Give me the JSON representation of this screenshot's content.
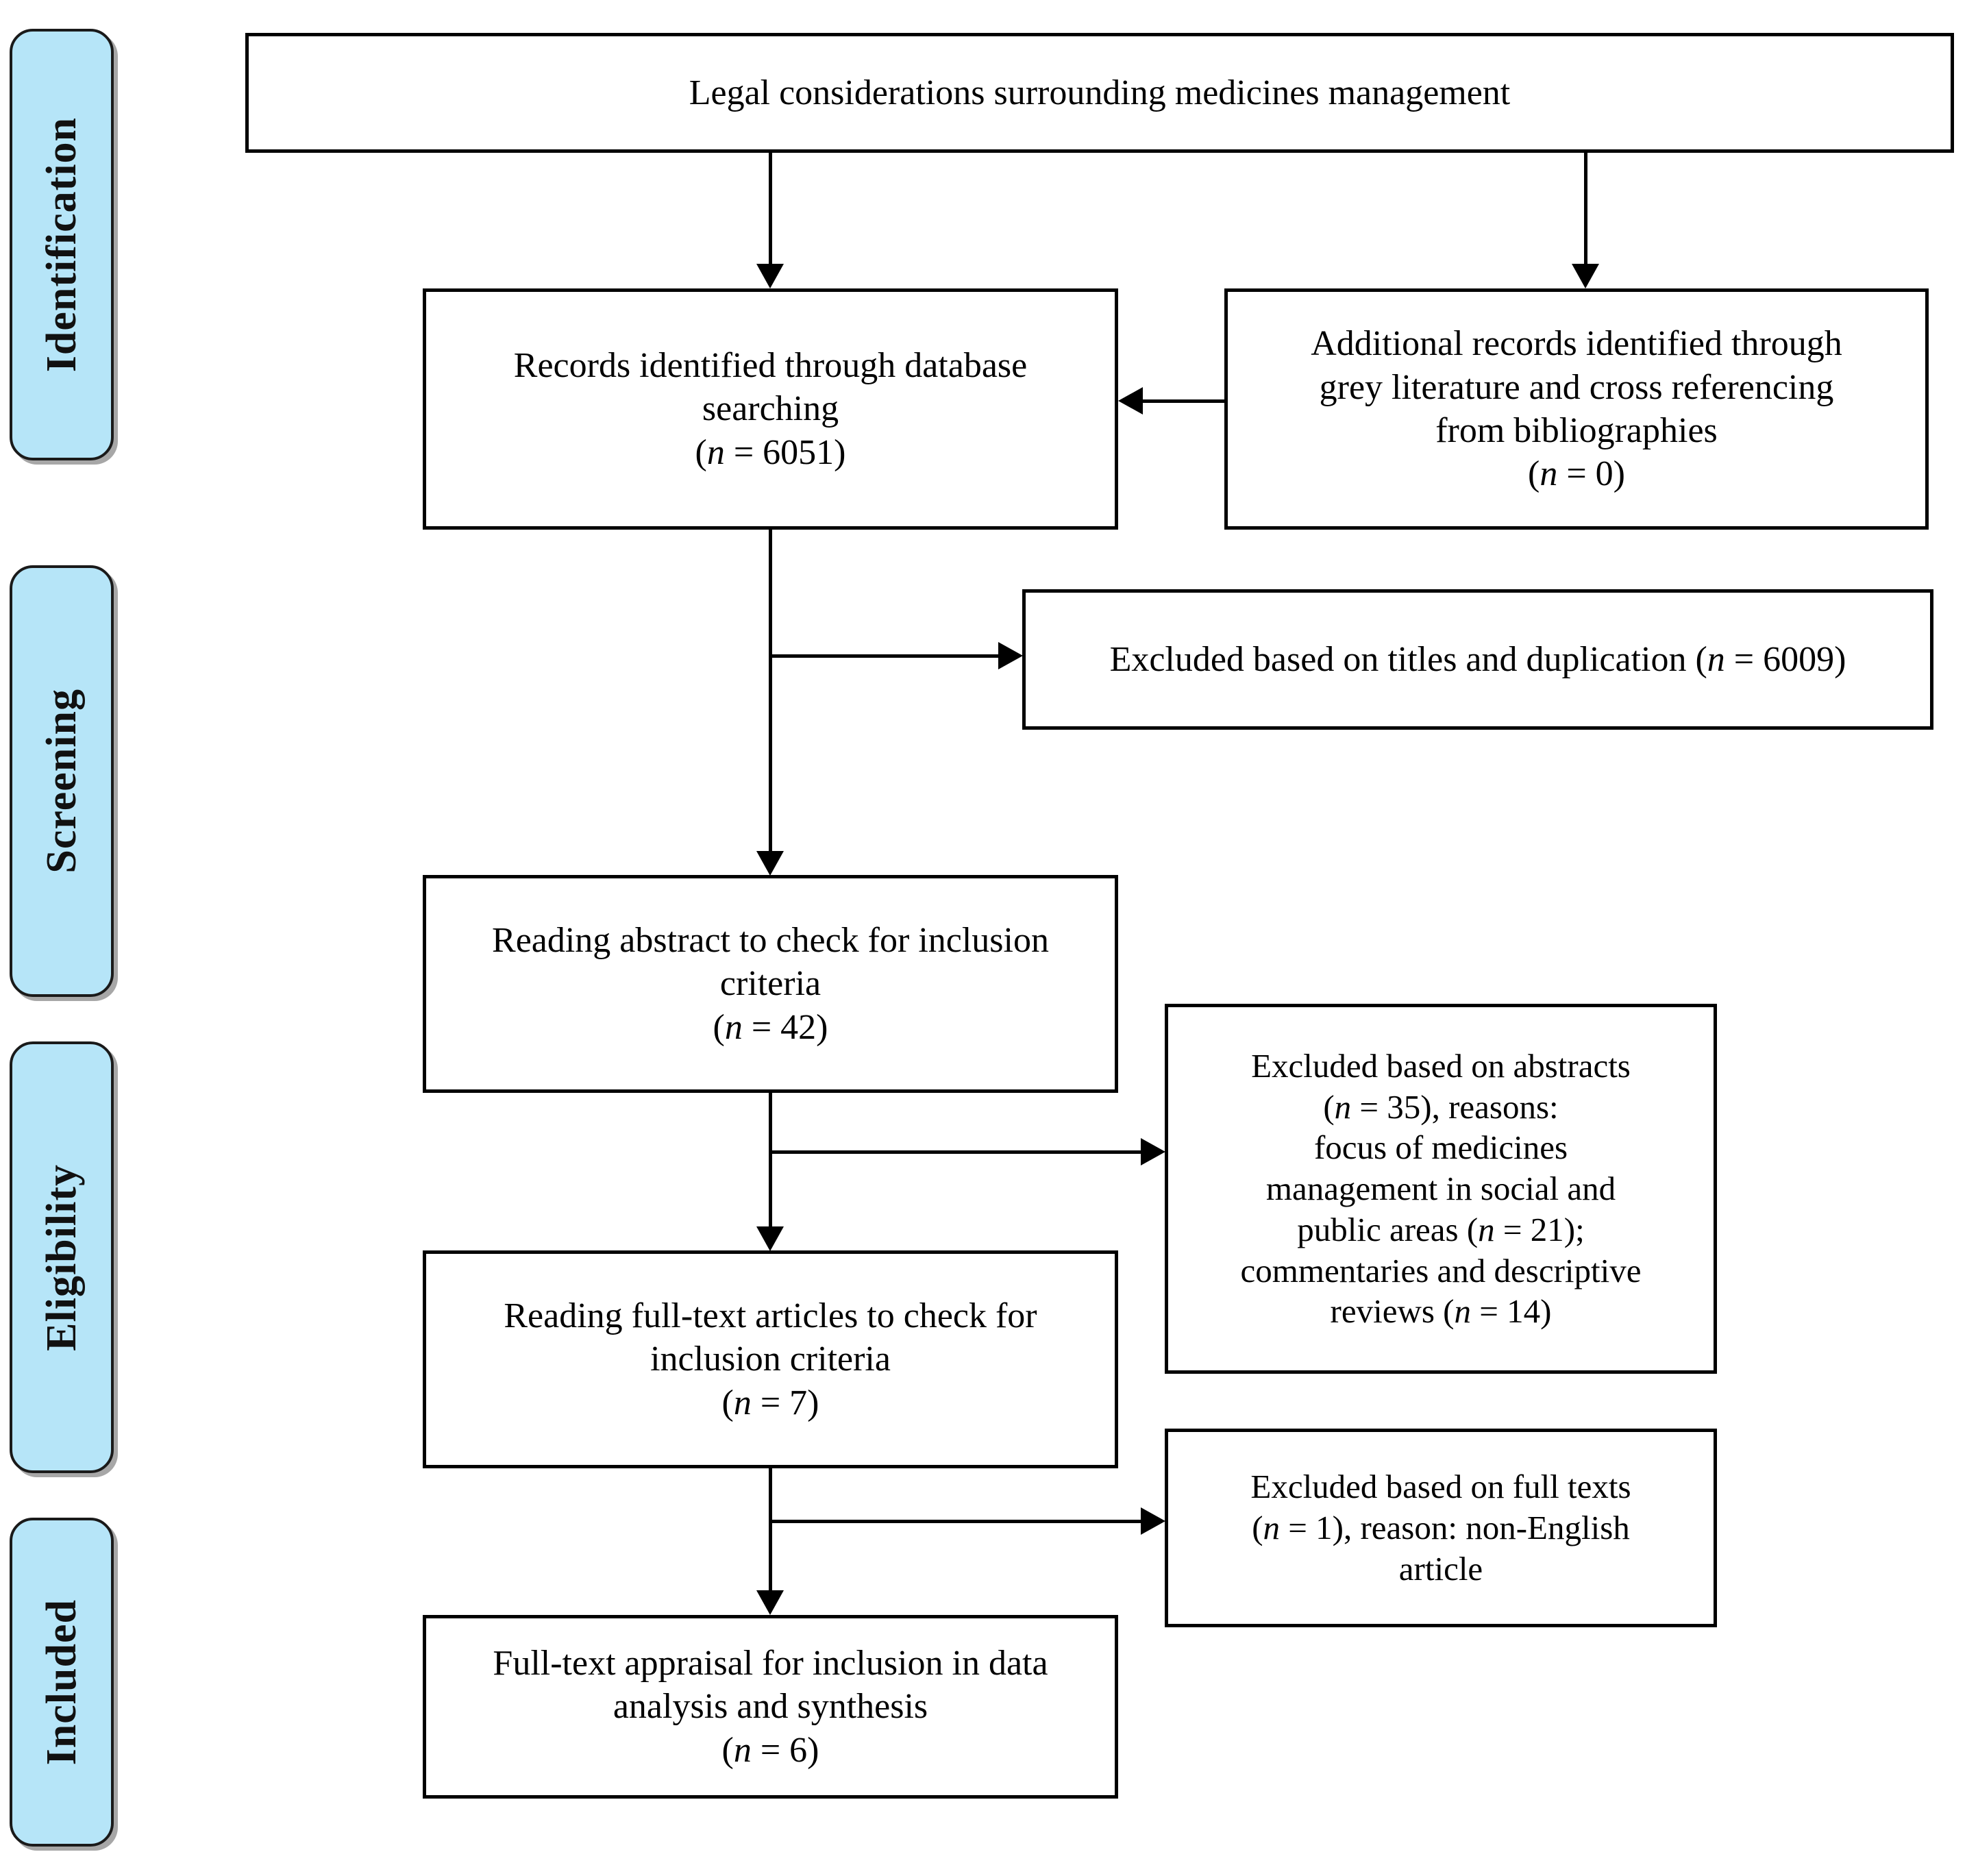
{
  "figure": {
    "type": "prisma-flow-diagram",
    "title": "Legal considerations surrounding medicines management",
    "accent_color": "#b6e5f8",
    "border_color": "#000000",
    "text_color": "#000000"
  },
  "stages": [
    {
      "id": "identification",
      "label": "Identification"
    },
    {
      "id": "screening",
      "label": "Screening"
    },
    {
      "id": "eligibility",
      "label": "Eligibility"
    },
    {
      "id": "included",
      "label": "Included"
    }
  ],
  "boxes": {
    "title": {
      "label": "Legal considerations surrounding medicines management"
    },
    "database_records": {
      "line1": "Records identified through database",
      "line2": "searching",
      "n_prefix": "(",
      "n_symbol": "n",
      "n_value": " = 6051)"
    },
    "additional_records": {
      "line1": "Additional records identified through",
      "line2": "grey literature and cross referencing",
      "line3": "from bibliographies",
      "n_prefix": "(",
      "n_symbol": "n",
      "n_value": " = 0)"
    },
    "excluded_titles": {
      "line1_pre": "Excluded based on titles and duplication (",
      "n_symbol": "n",
      "line1_post": " = 6009)"
    },
    "reading_abstract": {
      "line1": "Reading abstract to check for inclusion",
      "line2": "criteria",
      "n_prefix": "(",
      "n_symbol": "n",
      "n_value": " = 42)"
    },
    "excluded_abstracts": {
      "line1": "Excluded based on abstracts",
      "line2_pre": "(",
      "line2_n": "n",
      "line2_post": " = 35), reasons:",
      "line3": "focus of medicines",
      "line4": "management in social and",
      "line5_pre": "public areas (",
      "line5_n": "n",
      "line5_post": " = 21);",
      "line6": "commentaries and descriptive",
      "line7_pre": "reviews (",
      "line7_n": "n",
      "line7_post": " = 14)"
    },
    "reading_fulltext": {
      "line1": "Reading full-text articles to check for",
      "line2": "inclusion criteria",
      "n_prefix": "(",
      "n_symbol": "n",
      "n_value": " = 7)"
    },
    "excluded_fulltexts": {
      "line1": "Excluded based on full texts",
      "line2_pre": "(",
      "line2_n": "n",
      "line2_post": " = 1), reason: non-English",
      "line3": "article"
    },
    "final_appraisal": {
      "line1": "Full-text appraisal for inclusion in data",
      "line2": "analysis and synthesis",
      "n_prefix": "(",
      "n_symbol": "n",
      "n_value": " = 6)"
    }
  },
  "chart_data": {
    "type": "diagram",
    "title": "Legal considerations surrounding medicines management",
    "flow_stages": [
      "Identification",
      "Screening",
      "Eligibility",
      "Included"
    ],
    "nodes": [
      {
        "id": "title",
        "stage": null,
        "label": "Legal considerations surrounding medicines management",
        "n": null
      },
      {
        "id": "database_records",
        "stage": "Identification",
        "label": "Records identified through database searching",
        "n": 6051
      },
      {
        "id": "additional_records",
        "stage": "Identification",
        "label": "Additional records identified through grey literature and cross referencing from bibliographies",
        "n": 0
      },
      {
        "id": "excluded_titles",
        "stage": "Screening",
        "label": "Excluded based on titles and duplication",
        "n": 6009
      },
      {
        "id": "reading_abstract",
        "stage": "Screening",
        "label": "Reading abstract to check for inclusion criteria",
        "n": 42
      },
      {
        "id": "excluded_abstracts",
        "stage": "Eligibility",
        "label": "Excluded based on abstracts, reasons: focus of medicines management in social and public areas (n = 21); commentaries and descriptive reviews (n = 14)",
        "n": 35
      },
      {
        "id": "reading_fulltext",
        "stage": "Eligibility",
        "label": "Reading full-text articles to check for inclusion criteria",
        "n": 7
      },
      {
        "id": "excluded_fulltexts",
        "stage": "Eligibility",
        "label": "Excluded based on full texts, reason: non-English article",
        "n": 1
      },
      {
        "id": "final_appraisal",
        "stage": "Included",
        "label": "Full-text appraisal for inclusion in data analysis and synthesis",
        "n": 6
      }
    ],
    "edges": [
      {
        "from": "title",
        "to": "database_records",
        "direction": "down"
      },
      {
        "from": "title",
        "to": "additional_records",
        "direction": "down"
      },
      {
        "from": "additional_records",
        "to": "database_records",
        "direction": "left"
      },
      {
        "from": "database_records",
        "to": "excluded_titles",
        "direction": "right"
      },
      {
        "from": "database_records",
        "to": "reading_abstract",
        "direction": "down"
      },
      {
        "from": "reading_abstract",
        "to": "excluded_abstracts",
        "direction": "right"
      },
      {
        "from": "reading_abstract",
        "to": "reading_fulltext",
        "direction": "down"
      },
      {
        "from": "reading_fulltext",
        "to": "excluded_fulltexts",
        "direction": "right"
      },
      {
        "from": "reading_fulltext",
        "to": "final_appraisal",
        "direction": "down"
      }
    ]
  }
}
